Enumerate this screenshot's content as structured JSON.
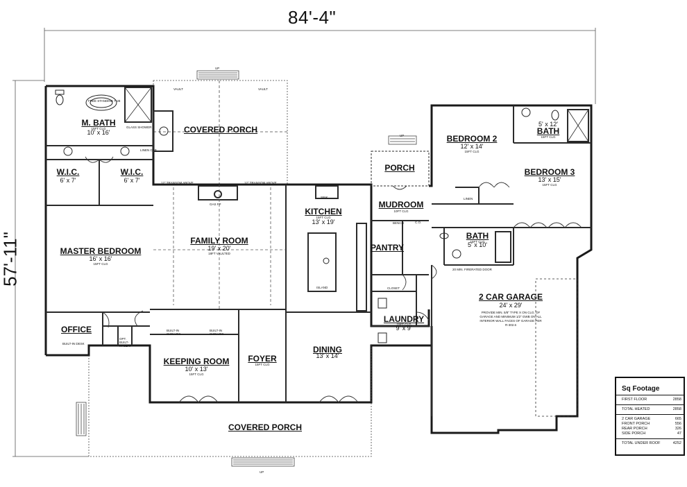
{
  "overall": {
    "width": "84'-4\"",
    "depth": "57'-11\""
  },
  "rooms": [
    {
      "id": "m-bath",
      "name": "M. BATH",
      "note": "15FT CLG",
      "size": "10' x 16'"
    },
    {
      "id": "covered-porch-rear",
      "name": "COVERED PORCH"
    },
    {
      "id": "wic-1",
      "name": "W.I.C.",
      "size": "6' x 7'"
    },
    {
      "id": "wic-2",
      "name": "W.I.C.",
      "size": "6' x 7'"
    },
    {
      "id": "master-bedroom",
      "name": "MASTER BEDROOM",
      "size": "16' x 16'",
      "note": "15FT CLG"
    },
    {
      "id": "family-room",
      "name": "FAMILY ROOM",
      "size": "19' x 20'",
      "note": "18FT VAULTED"
    },
    {
      "id": "kitchen",
      "name": "KITCHEN",
      "note": "15FT CLG",
      "size": "13' x 19'"
    },
    {
      "id": "porch-side",
      "name": "PORCH"
    },
    {
      "id": "mudroom",
      "name": "MUDROOM",
      "note": "10FT CLG"
    },
    {
      "id": "pantry",
      "name": "PANTRY"
    },
    {
      "id": "bedroom-2",
      "name": "BEDROOM 2",
      "size": "12' x 14'",
      "note": "15FT CLG"
    },
    {
      "id": "bath-2",
      "name": "BATH",
      "size": "5' x 12'",
      "note": "15FT CLG"
    },
    {
      "id": "bedroom-3",
      "name": "BEDROOM 3",
      "size": "13' x 15'",
      "note": "15FT CLG"
    },
    {
      "id": "bath-3",
      "name": "BATH",
      "note": "15FT CLG",
      "size": "5' x 10'"
    },
    {
      "id": "garage",
      "name": "2 CAR GARAGE",
      "size": "24' x 29'"
    },
    {
      "id": "laundry",
      "name": "LAUNDRY",
      "note": "15FT CLG",
      "size": "9' x 9'"
    },
    {
      "id": "office",
      "name": "OFFICE"
    },
    {
      "id": "keeping-room",
      "name": "KEEPING ROOM",
      "size": "10' x 13'",
      "note": "15FT CLG"
    },
    {
      "id": "foyer",
      "name": "FOYER",
      "note": "15FT CLG"
    },
    {
      "id": "dining",
      "name": "DINING",
      "size": "13' x 14'"
    },
    {
      "id": "covered-porch-front",
      "name": "COVERED PORCH"
    }
  ],
  "labels": {
    "free_standing_tub": "FREE STANDING TUB",
    "glass_shower": "GLASS SHOWER",
    "linen_cab": "LINEN CAB.",
    "vault": "VAULT",
    "transom_above": "12\" TRANSOM ABOVE",
    "up": "UP",
    "gas_fp": "GAS FP",
    "island": "ISLAND",
    "sink": "SINK",
    "closet": "CLOSET",
    "linen": "LINEN",
    "bench": "BENCH",
    "built_in_desk": "BUILT-IN DESK",
    "opt_built_in_seat": "OPT. BUILT-IN SEAT",
    "built_in_shelves": "BUILT-IN SHELVES",
    "fire_door": "20 MIN. FIRERATED DOOR",
    "garage_note": "PROVIDE MIN. 5/8\" TYPE X ON CLG. OF GARAGE AND MINIMUM 1/2\" GWB ON ALL INTERIOR WALL FACES OF GARAGE PER R-302.6",
    "cased_opening": "C.O."
  },
  "sq_footage": {
    "title": "Sq Footage",
    "groups": [
      [
        {
          "label": "FIRST FLOOR",
          "value": "2858"
        }
      ],
      [
        {
          "label": "TOTAL HEATED",
          "value": "2858"
        }
      ],
      [
        {
          "label": "2 CAR GARAGE",
          "value": "665"
        },
        {
          "label": "FRONT PORCH",
          "value": "556"
        },
        {
          "label": "REAR PORCH",
          "value": "326"
        },
        {
          "label": "SIDE PORCH",
          "value": "47"
        }
      ],
      [
        {
          "label": "TOTAL UNDER ROOF",
          "value": "4252"
        }
      ]
    ]
  }
}
